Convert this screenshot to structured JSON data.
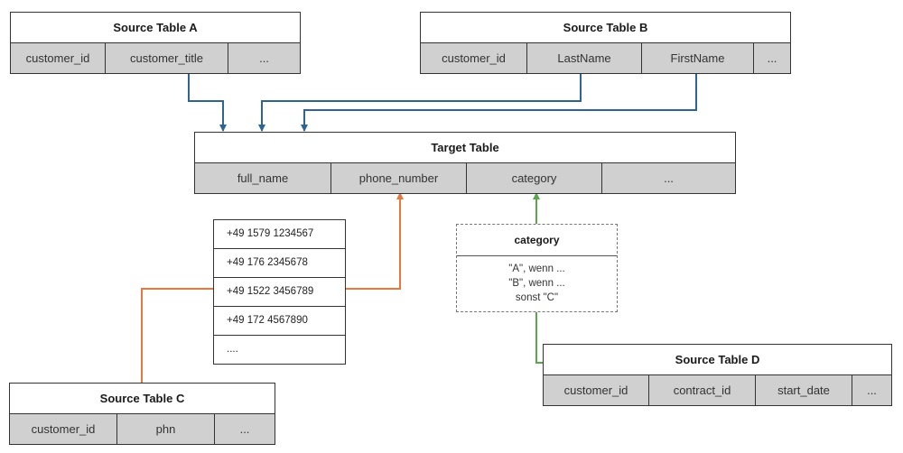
{
  "tables": {
    "source_a": {
      "title": "Source Table A",
      "columns": [
        "customer_id",
        "customer_title",
        "..."
      ]
    },
    "source_b": {
      "title": "Source Table B",
      "columns": [
        "customer_id",
        "LastName",
        "FirstName",
        "..."
      ]
    },
    "target": {
      "title": "Target Table",
      "columns": [
        "full_name",
        "phone_number",
        "category",
        "..."
      ]
    },
    "source_c": {
      "title": "Source Table C",
      "columns": [
        "customer_id",
        "phn",
        "..."
      ]
    },
    "source_d": {
      "title": "Source Table D",
      "columns": [
        "customer_id",
        "contract_id",
        "start_date",
        "..."
      ]
    }
  },
  "phone_values": [
    "+49 1579 1234567",
    "+49 176 2345678",
    "+49 1522 3456789",
    "+49 172 4567890",
    "...."
  ],
  "category_rule": {
    "title": "category",
    "lines": [
      "\"A\", wenn ...",
      "\"B\", wenn ...",
      "sonst \"C\""
    ]
  },
  "colors": {
    "blue_arrow": "#2e6493",
    "orange_arrow": "#e8773e",
    "green_arrow": "#5aa747",
    "header_fill": "#d0d0d0"
  }
}
